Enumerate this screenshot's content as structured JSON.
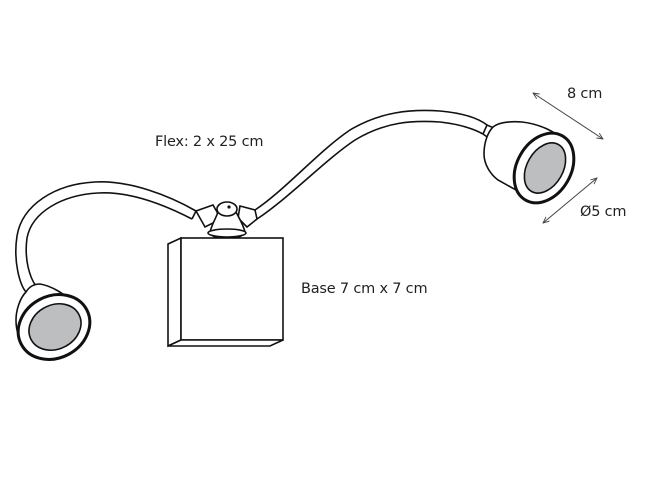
{
  "diagram": {
    "subject": "Wall lamp with twin flexible arms",
    "labels": {
      "flex": "Flex: 2 x 25 cm",
      "base": "Base 7 cm x 7 cm",
      "head_length": "8 cm",
      "head_diameter": "Ø5 cm"
    },
    "parts": [
      {
        "id": "base",
        "name": "Square base block"
      },
      {
        "id": "joint",
        "name": "Central swivel joint"
      },
      {
        "id": "left-arm",
        "name": "Left flexible gooseneck arm"
      },
      {
        "id": "right-arm",
        "name": "Right flexible gooseneck arm"
      },
      {
        "id": "left-head",
        "name": "Left lamp head"
      },
      {
        "id": "right-head",
        "name": "Right lamp head"
      }
    ],
    "colors": {
      "stroke": "#111111",
      "lens": "#bcbec0",
      "text": "#231f20",
      "background": "#ffffff",
      "dimension_line": "#444444"
    }
  }
}
